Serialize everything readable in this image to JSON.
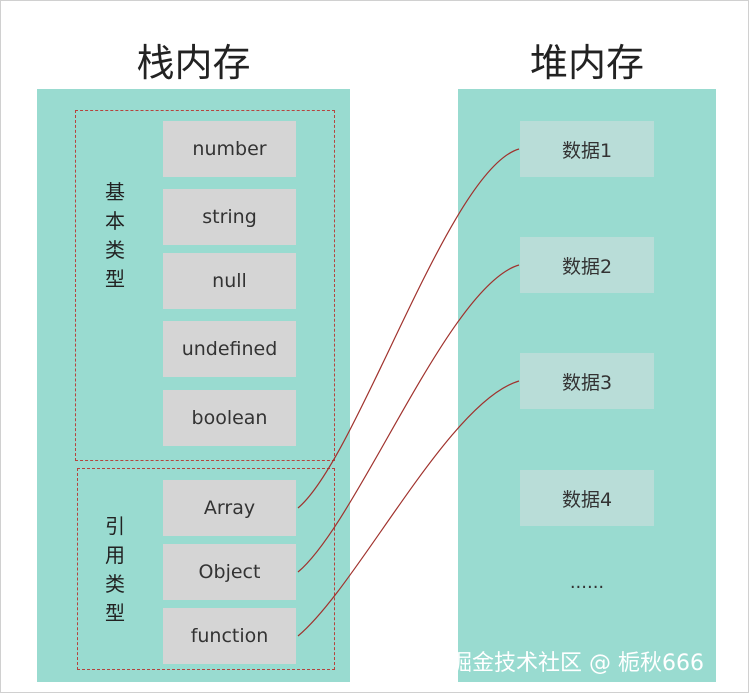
{
  "stack": {
    "title": "栈内存",
    "primitive_label": "基本类型",
    "reference_label": "引用类型",
    "primitive_items": [
      "number",
      "string",
      "null",
      "undefined",
      "boolean"
    ],
    "reference_items": [
      "Array",
      "Object",
      "function"
    ]
  },
  "heap": {
    "title": "堆内存",
    "items": [
      "数据1",
      "数据2",
      "数据3",
      "数据4"
    ],
    "more": "......"
  },
  "links": [
    {
      "from": "Array",
      "to": "数据1"
    },
    {
      "from": "Object",
      "to": "数据2"
    },
    {
      "from": "function",
      "to": "数据3"
    }
  ],
  "watermark": "掘金技术社区 @ 栀秋666",
  "colors": {
    "panel": "#99dbd0",
    "item_box": "#d5d5d5",
    "heap_box": "#b9ddd8",
    "dashed_border": "#b5443e",
    "link_line": "#a0322d"
  }
}
